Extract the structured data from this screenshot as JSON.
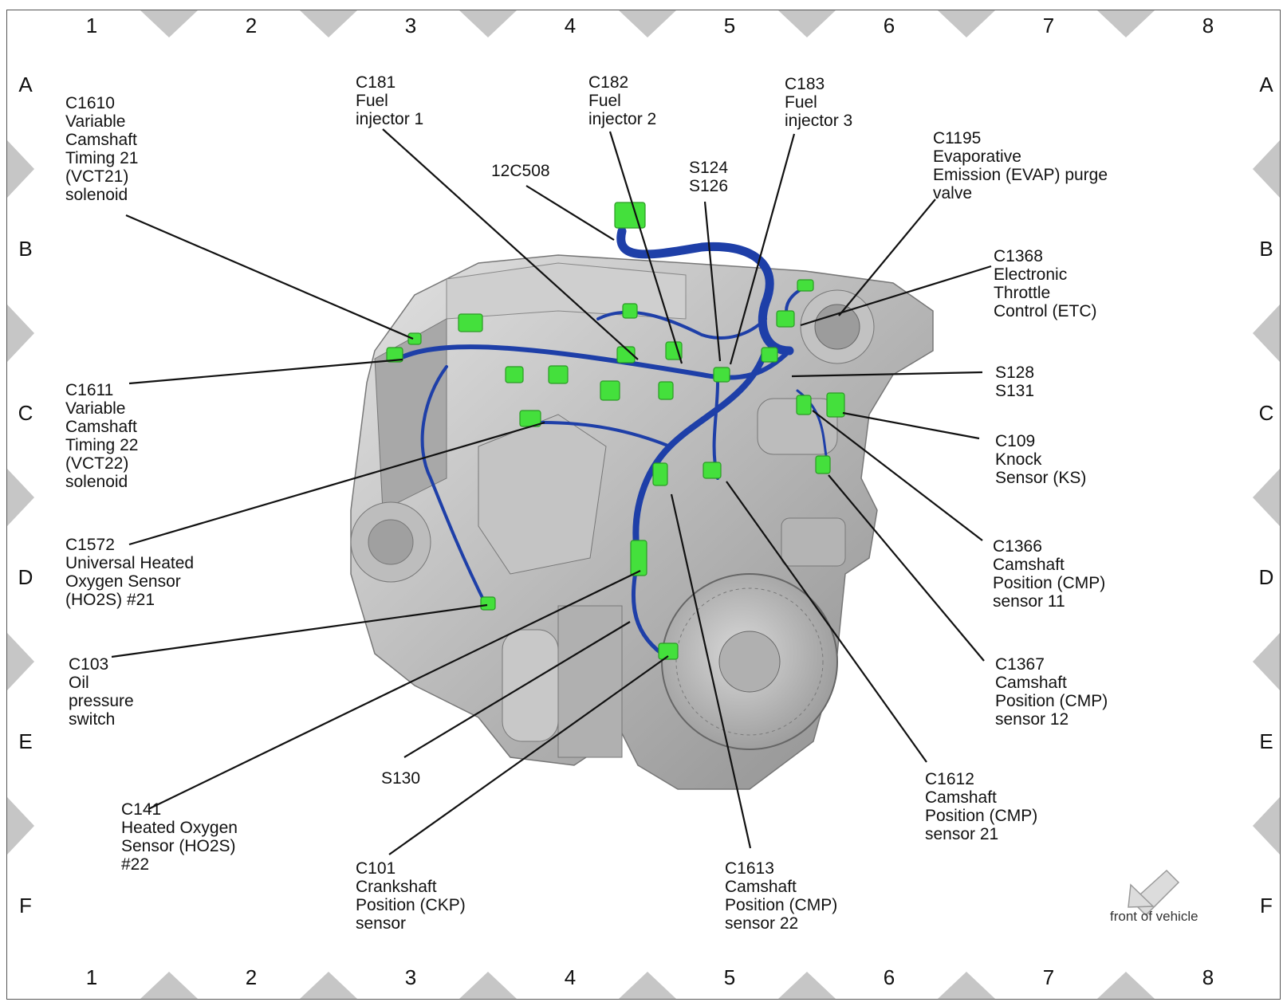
{
  "grid": {
    "columns": [
      "1",
      "2",
      "3",
      "4",
      "5",
      "6",
      "7",
      "8"
    ],
    "rows": [
      "A",
      "B",
      "C",
      "D",
      "E",
      "F"
    ]
  },
  "callouts": [
    {
      "id": "c1610",
      "text": "C1610\nVariable\nCamshaft\nTiming 21\n(VCT21)\nsolenoid"
    },
    {
      "id": "c181",
      "text": "C181\nFuel\ninjector 1"
    },
    {
      "id": "c182",
      "text": "C182\nFuel\ninjector 2"
    },
    {
      "id": "c183",
      "text": "C183\nFuel\ninjector 3"
    },
    {
      "id": "12c508",
      "text": "12C508"
    },
    {
      "id": "s124",
      "text": "S124\nS126"
    },
    {
      "id": "c1195",
      "text": "C1195\nEvaporative\nEmission (EVAP) purge\nvalve"
    },
    {
      "id": "c1368",
      "text": "C1368\nElectronic\nThrottle\nControl (ETC)"
    },
    {
      "id": "s128",
      "text": "S128\nS131"
    },
    {
      "id": "c109",
      "text": "C109\nKnock\nSensor (KS)"
    },
    {
      "id": "c1611",
      "text": "C1611\nVariable\nCamshaft\nTiming 22\n(VCT22)\nsolenoid"
    },
    {
      "id": "c1572",
      "text": "C1572\nUniversal Heated\nOxygen Sensor\n(HO2S) #21"
    },
    {
      "id": "c1366",
      "text": "C1366\nCamshaft\nPosition (CMP)\nsensor 11"
    },
    {
      "id": "c103",
      "text": "C103\nOil\npressure\nswitch"
    },
    {
      "id": "c1367",
      "text": "C1367\nCamshaft\nPosition (CMP)\nsensor 12"
    },
    {
      "id": "s130",
      "text": "S130"
    },
    {
      "id": "c141",
      "text": "C141\nHeated Oxygen\nSensor (HO2S)\n#22"
    },
    {
      "id": "c1612",
      "text": "C1612\nCamshaft\nPosition (CMP)\nsensor 21"
    },
    {
      "id": "c101",
      "text": "C101\nCrankshaft\nPosition (CKP)\nsensor"
    },
    {
      "id": "c1613",
      "text": "C1613\nCamshaft\nPosition (CMP)\nsensor 22"
    }
  ],
  "front_label": "front of vehicle",
  "colors": {
    "harness": "#1e3fa8",
    "connector": "#44e03c",
    "engine": "#b9b9b9",
    "markers": "#c8c8c8"
  }
}
